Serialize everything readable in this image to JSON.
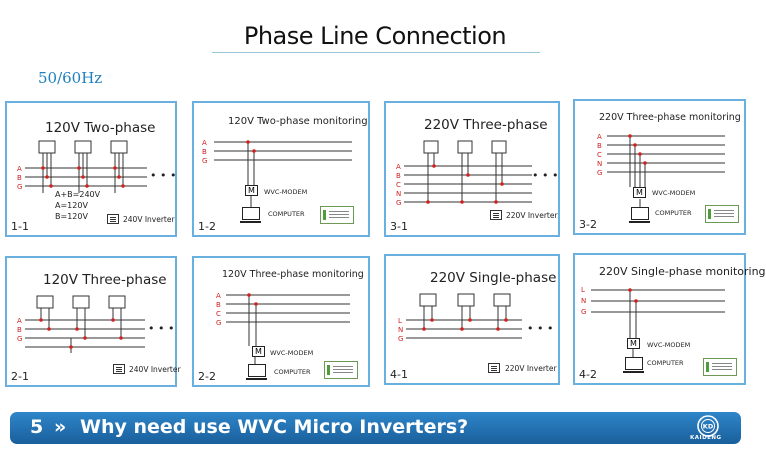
{
  "header": {
    "title": "Phase Line Connection",
    "frequency": "50/60Hz"
  },
  "panels": [
    {
      "id": "1-1",
      "title": "120V Two-phase",
      "phases": [
        "A",
        "B",
        "G"
      ],
      "legend": "240V Inverter",
      "note": "A+B=240V\nA=120V\nB=120V"
    },
    {
      "id": "1-2",
      "title": "120V Two-phase monitoring",
      "phases": [
        "A",
        "B",
        "G"
      ],
      "modem": "M",
      "modem_label": "WVC-MODEM",
      "computer_label": "COMPUTER"
    },
    {
      "id": "3-1",
      "title": "220V Three-phase",
      "phases": [
        "A",
        "B",
        "C",
        "N",
        "G"
      ],
      "legend": "220V Inverter"
    },
    {
      "id": "3-2",
      "title": "220V Three-phase monitoring",
      "phases": [
        "A",
        "B",
        "C",
        "N",
        "G"
      ],
      "modem": "M",
      "modem_label": "WVC-MODEM",
      "computer_label": "COMPUTER"
    },
    {
      "id": "2-1",
      "title": "120V Three-phase",
      "phases": [
        "A",
        "B",
        "G"
      ],
      "legend": "240V Inverter"
    },
    {
      "id": "2-2",
      "title": "120V Three-phase monitoring",
      "phases": [
        "A",
        "B",
        "C",
        "G"
      ],
      "modem": "M",
      "modem_label": "WVC-MODEM",
      "computer_label": "COMPUTER"
    },
    {
      "id": "4-1",
      "title": "220V Single-phase",
      "phases": [
        "L",
        "N",
        "G"
      ],
      "legend": "220V Inverter"
    },
    {
      "id": "4-2",
      "title": "220V Single-phase monitoring",
      "phases": [
        "L",
        "N",
        "G"
      ],
      "modem": "M",
      "modem_label": "WVC-MODEM",
      "computer_label": "COMPUTER"
    }
  ],
  "dots": "• • •",
  "banner": {
    "number": "5",
    "arrow": "»",
    "text": "Why need use WVC Micro Inverters?",
    "logo_text": "KAIDENG",
    "logo_mark": "KD"
  },
  "colors": {
    "accent": "#1e7fbf",
    "panel_border": "#6ab0de",
    "wire_tap": "#d02020",
    "banner": "#2271b3"
  }
}
